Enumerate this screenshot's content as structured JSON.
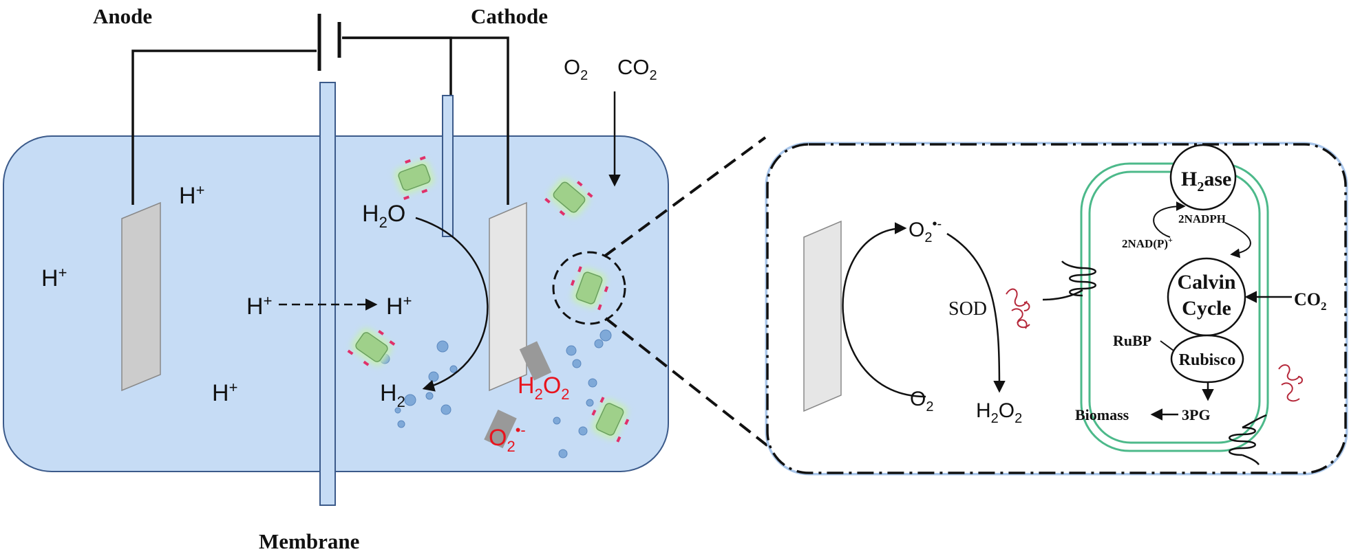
{
  "colors": {
    "electrolyte_fill": "#c6dcf5",
    "electrolyte_stroke": "#3b5a8a",
    "electrode_fill": "#cccccc",
    "electrode_light": "#e6e6e6",
    "cell_green": "#9fd08a",
    "cell_glow": "#c7f0b0",
    "cell_marker": "#e0306a",
    "bubble": "#7fa9d8",
    "ros_red": "#e8141e",
    "chloroplast_green": "#4cb98a",
    "protein_red": "#b5283a"
  },
  "left": {
    "anode_label": "Anode",
    "cathode_label": "Cathode",
    "membrane_label": "Membrane",
    "o2": "O",
    "o2_sub": "2",
    "co2": "CO",
    "co2_sub": "2",
    "h_plus_1": {
      "base": "H",
      "sup": "+"
    },
    "h_plus_2": {
      "base": "H",
      "sup": "+"
    },
    "h_plus_3": {
      "base": "H",
      "sup": "+"
    },
    "h_plus_cross_left": {
      "base": "H",
      "sup": "+"
    },
    "h_plus_cross_right": {
      "base": "H",
      "sup": "+"
    },
    "h2o": {
      "base": "H",
      "sub": "2",
      "tail": "O"
    },
    "h2": {
      "base": "H",
      "sub": "2"
    },
    "h2o2": {
      "base": "H",
      "sub": "2",
      "mid": "O",
      "sub2": "2"
    },
    "superoxide": {
      "base": "O",
      "sub": "2",
      "sup": "•-"
    }
  },
  "zoom": {
    "superoxide": {
      "base": "O",
      "sub": "2",
      "sup": "•-"
    },
    "o2": {
      "base": "O",
      "sub": "2"
    },
    "sod": "SOD",
    "h2o2": {
      "base": "H",
      "sub": "2",
      "mid": "O",
      "sub2": "2"
    },
    "h2ase": {
      "base": "H",
      "sub": "2",
      "tail": "ase"
    },
    "nadph": "2NADPH",
    "nadp": {
      "base": "2NAD(P)",
      "sup": "+"
    },
    "calvin_line1": "Calvin",
    "calvin_line2": "Cycle",
    "co2": {
      "base": "CO",
      "sub": "2"
    },
    "rubp": "RuBP",
    "rubisco": "Rubisco",
    "pg3": "3PG",
    "biomass": "Biomass"
  }
}
